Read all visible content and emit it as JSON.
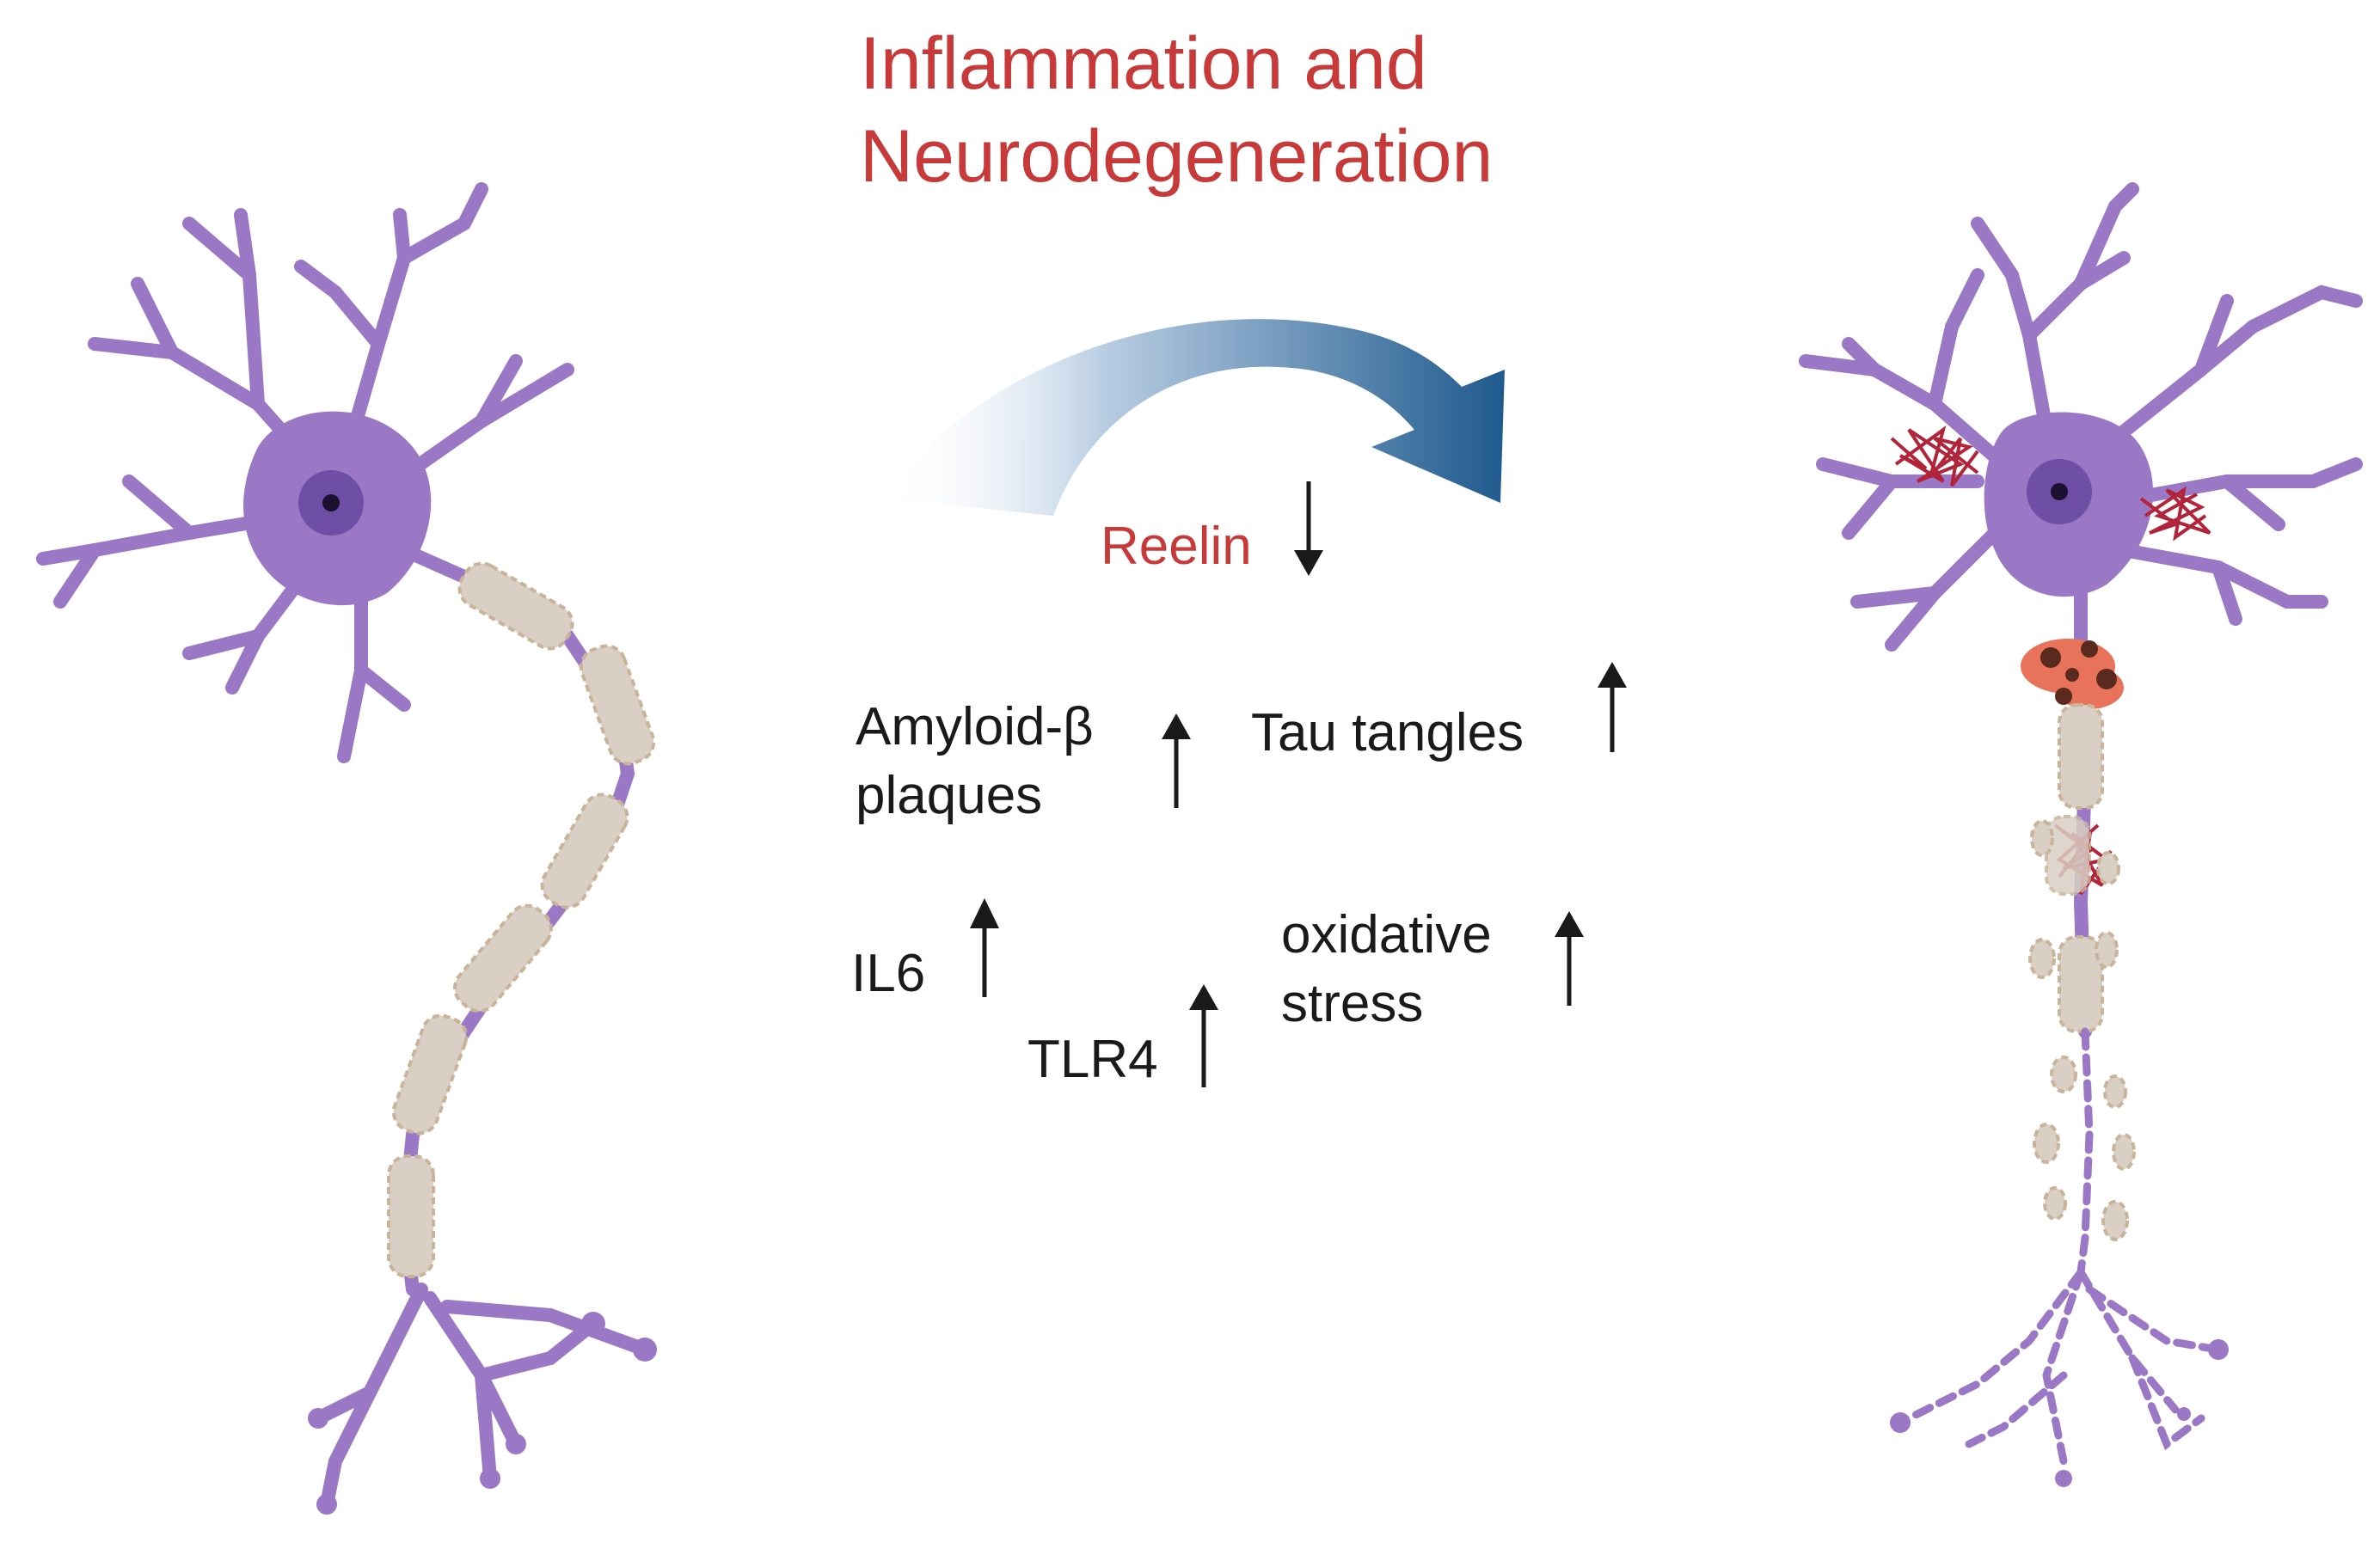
{
  "title": {
    "line1": "Inflammation and",
    "line2": "Neurodegeneration"
  },
  "labels": {
    "reelin": "Reelin",
    "amyloid_line1": "Amyloid-β",
    "amyloid_line2": "plaques",
    "tau": "Tau tangles",
    "il6": "IL6",
    "tlr4": "TLR4",
    "oxidative_line1": "oxidative",
    "oxidative_line2": "stress"
  },
  "changes": {
    "reelin": "down",
    "amyloid_plaques": "up",
    "tau_tangles": "up",
    "il6": "up",
    "tlr4": "up",
    "oxidative_stress": "up"
  },
  "colors": {
    "neuron": "#9a78c6",
    "nucleus": "#6f4ea6",
    "myelin": "#d9cfc4",
    "myelin_edge": "#c9b49a",
    "title": "#c8393a",
    "arrow_dark": "#1f5a8e",
    "arrow_light": "#e8eef6",
    "tangle": "#b2243a"
  },
  "icons": [
    "healthy-neuron",
    "degenerating-neuron",
    "curved-transition-arrow"
  ]
}
